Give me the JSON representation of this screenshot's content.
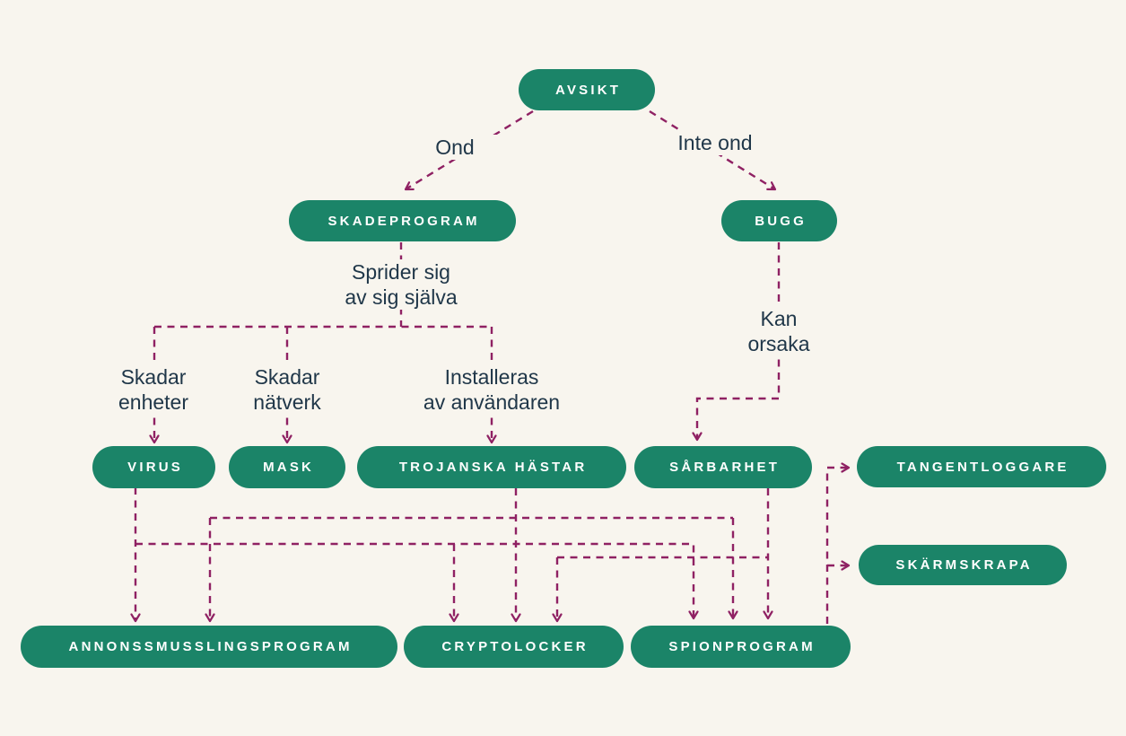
{
  "diagram_title": "Avsikt / skadeprogram-klassificering",
  "colors": {
    "background": "#F8F5EE",
    "node": "#1B8468",
    "node_text": "#FFFFFF",
    "connector": "#8F2163",
    "label_text": "#203749"
  },
  "nodes": {
    "avsikt": {
      "label": "AVSIKT"
    },
    "skadeprogram": {
      "label": "SKADEPROGRAM"
    },
    "bugg": {
      "label": "BUGG"
    },
    "virus": {
      "label": "VIRUS"
    },
    "mask": {
      "label": "MASK"
    },
    "trojanska_hastar": {
      "label": "TROJANSKA HÄSTAR"
    },
    "sarbarhet": {
      "label": "SÅRBARHET"
    },
    "tangentloggare": {
      "label": "TANGENTLOGGARE"
    },
    "skarmskrapa": {
      "label": "SKÄRMSKRAPA"
    },
    "annonssmusslingsprogram": {
      "label": "ANNONSSMUSSLINGSPROGRAM"
    },
    "cryptolocker": {
      "label": "CRYPTOLOCKER"
    },
    "spionprogram": {
      "label": "SPIONPROGRAM"
    }
  },
  "edge_labels": {
    "ond": "Ond",
    "inte_ond": "Inte ond",
    "sprider_sig": "Sprider sig\nav sig själva",
    "skadar_enheter": "Skadar\nenheter",
    "skadar_natverk": "Skadar\nnätverk",
    "installeras": "Installeras\nav användaren",
    "kan_orsaka": "Kan\norsaka"
  },
  "edges": [
    {
      "from": "AVSIKT",
      "to": "SKADEPROGRAM",
      "label": "Ond"
    },
    {
      "from": "AVSIKT",
      "to": "BUGG",
      "label": "Inte ond"
    },
    {
      "from": "SKADEPROGRAM",
      "to": "VIRUS",
      "label": "Sprider sig av sig själva · Skadar enheter"
    },
    {
      "from": "SKADEPROGRAM",
      "to": "MASK",
      "label": "Sprider sig av sig själva · Skadar nätverk"
    },
    {
      "from": "SKADEPROGRAM",
      "to": "TROJANSKA HÄSTAR",
      "label": "Sprider sig av sig själva · Installeras av användaren"
    },
    {
      "from": "BUGG",
      "to": "SÅRBARHET",
      "label": "Kan orsaka"
    },
    {
      "from": "VIRUS",
      "to": "ANNONSSMUSSLINGSPROGRAM"
    },
    {
      "from": "VIRUS",
      "to": "CRYPTOLOCKER"
    },
    {
      "from": "VIRUS",
      "to": "SPIONPROGRAM"
    },
    {
      "from": "TROJANSKA HÄSTAR",
      "to": "ANNONSSMUSSLINGSPROGRAM"
    },
    {
      "from": "TROJANSKA HÄSTAR",
      "to": "CRYPTOLOCKER"
    },
    {
      "from": "TROJANSKA HÄSTAR",
      "to": "SPIONPROGRAM"
    },
    {
      "from": "SÅRBARHET",
      "to": "CRYPTOLOCKER"
    },
    {
      "from": "SÅRBARHET",
      "to": "SPIONPROGRAM"
    },
    {
      "from": "SPIONPROGRAM",
      "to": "TANGENTLOGGARE"
    },
    {
      "from": "SPIONPROGRAM",
      "to": "SKÄRMSKRAPA"
    }
  ]
}
